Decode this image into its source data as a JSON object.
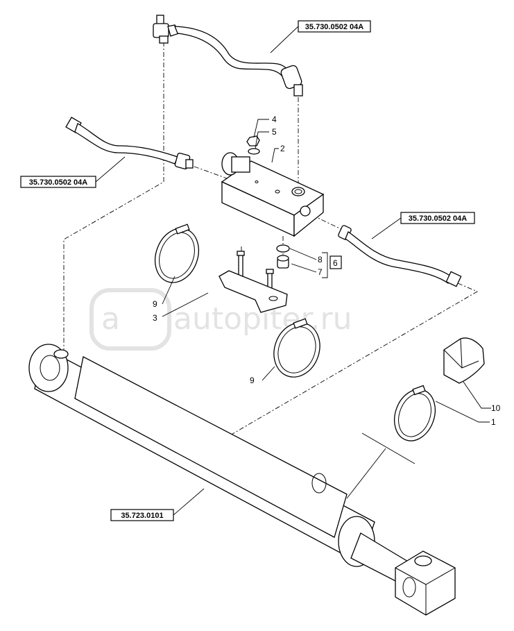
{
  "watermark": {
    "logo_glyph": "a",
    "text": "autopiter.ru"
  },
  "references": {
    "hose_top": "35.730.0502 04A",
    "hose_left": "35.730.0502 04A",
    "hose_right": "35.730.0502 04A",
    "cylinder": "35.723.0101"
  },
  "callouts": {
    "c1": "1",
    "c2": "2",
    "c3": "3",
    "c4": "4",
    "c5": "5",
    "c6": "6",
    "c7": "7",
    "c8": "8",
    "c9a": "9",
    "c9b": "9",
    "c10": "10"
  }
}
